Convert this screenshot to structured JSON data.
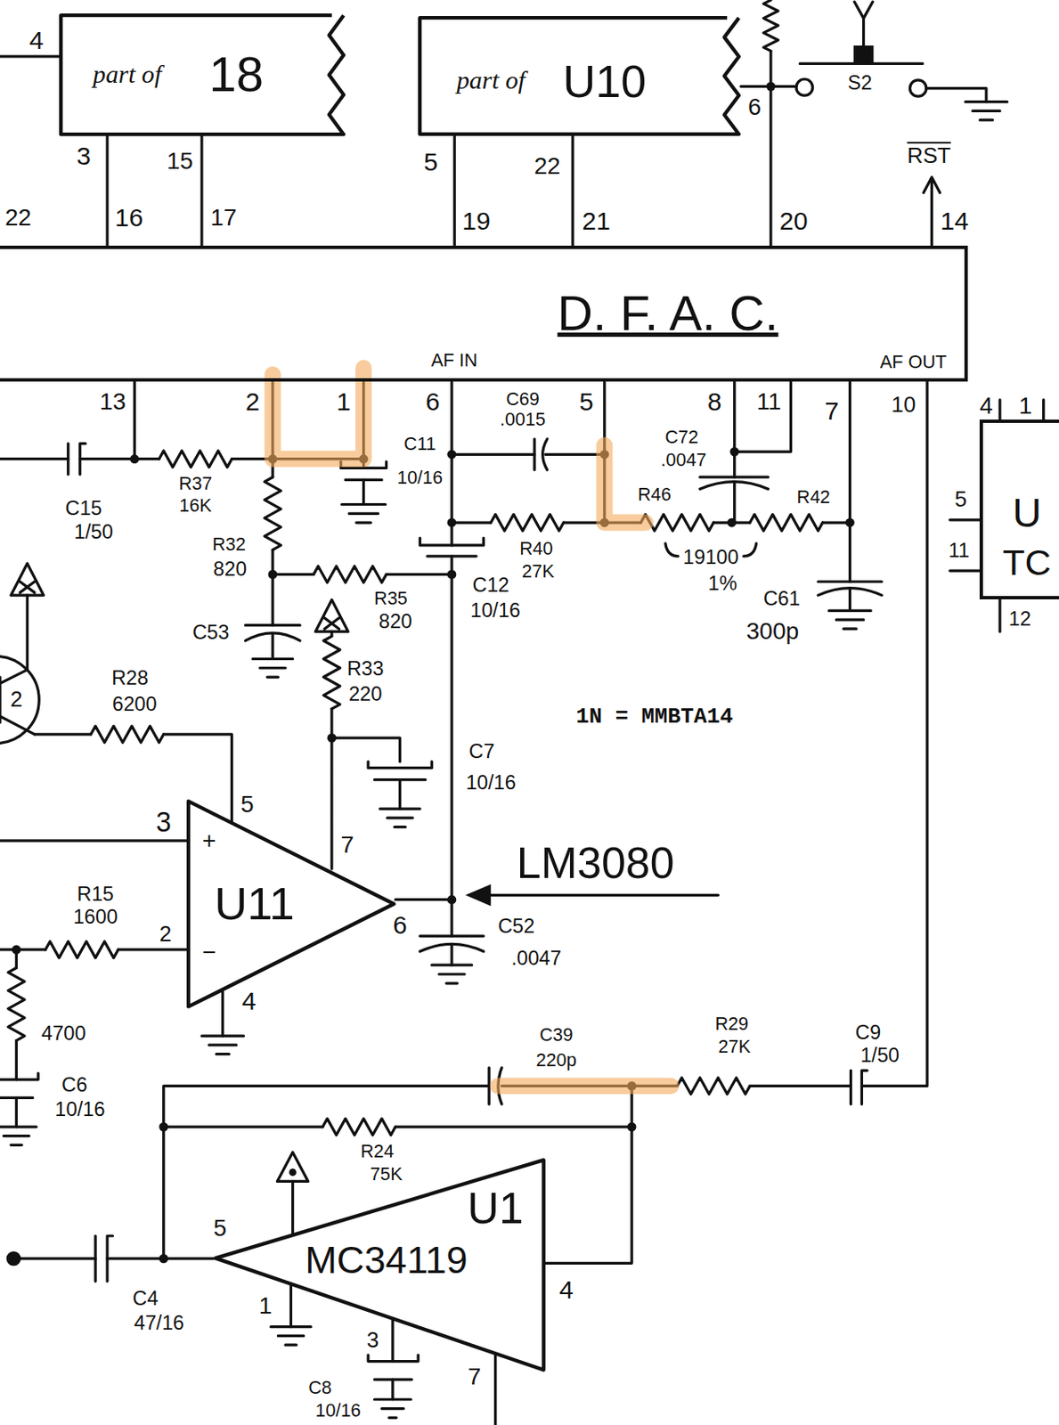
{
  "diagram": {
    "nodes": [
      {
        "text": [
          "part of",
          "18"
        ]
      },
      {
        "text": [
          "part of",
          "U10"
        ]
      },
      {
        "text": [
          "D. F. A. C.",
          "AF IN",
          "AF OUT"
        ]
      },
      {
        "text": [
          "U11",
          "+",
          "−"
        ]
      },
      {
        "text": [
          "U1",
          "MC34119"
        ]
      },
      {
        "text": [
          "U",
          "TC"
        ]
      }
    ],
    "edges": [
      {
        "from": 0,
        "to": 2,
        "arrow": "none"
      },
      {
        "from": 0,
        "to": 2,
        "arrow": "none"
      },
      {
        "from": 1,
        "to": 2,
        "arrow": "none"
      },
      {
        "from": 1,
        "to": 2,
        "arrow": "none"
      },
      {
        "from": 1,
        "to": 2,
        "arrow": "none"
      }
    ],
    "labels": [
      "4",
      "3",
      "15",
      "22",
      "16",
      "17",
      "5",
      "22",
      "6",
      "19",
      "21",
      "S2",
      "RST",
      "20",
      "14",
      "13",
      "2",
      "1",
      "6",
      "C69",
      ".0015",
      "5",
      "8",
      "11",
      "7",
      "10",
      "C11",
      "10/16",
      "C72",
      ".0047",
      "C15",
      "1/50",
      "R37",
      "16K",
      "R32",
      "820",
      "R35",
      "820",
      "R46",
      "R42",
      "R40",
      "27K",
      "C12",
      "10/16",
      "19100",
      "1%",
      "C61",
      "300p",
      "C53",
      "R28",
      "6200",
      "R33",
      "220",
      "1N = MMBTA14",
      "2",
      "C7",
      "10/16",
      "LM3080",
      "5",
      "3",
      "7",
      "R15",
      "1600",
      "2",
      "6",
      "C52",
      ".0047",
      "4",
      "4700",
      "C6",
      "10/16",
      "C39",
      "220p",
      "R29",
      "27K",
      "C9",
      "1/50",
      "R24",
      "75K",
      "5",
      "1",
      "4",
      "3",
      "7",
      "C4",
      "47/16",
      "C8",
      "10/16",
      "4",
      "1",
      "5",
      "11",
      "12"
    ]
  }
}
